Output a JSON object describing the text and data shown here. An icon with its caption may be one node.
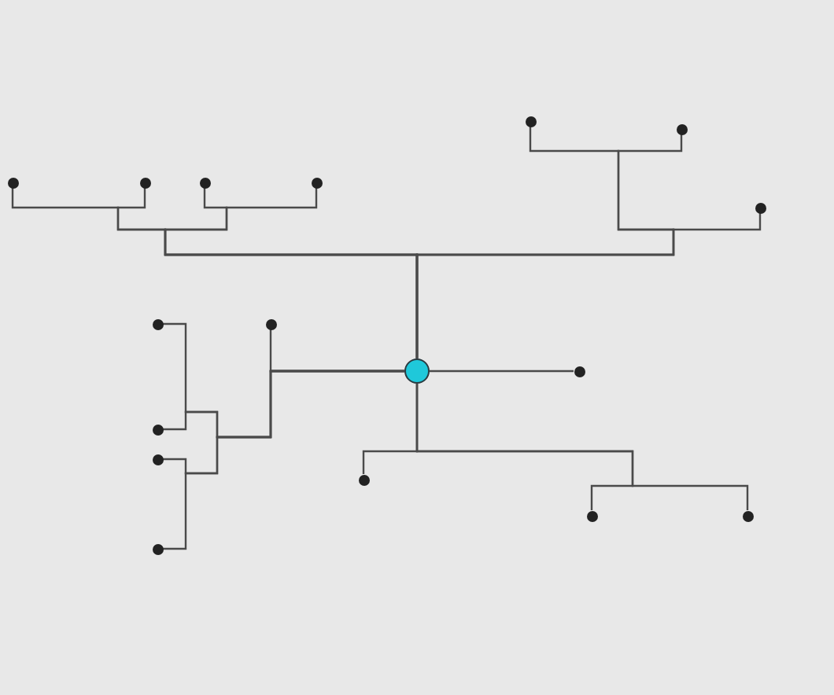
{
  "diagram": {
    "nodes": [
      {
        "text": [],
        "shape": "circle"
      },
      {
        "text": [],
        "shape": "circle"
      },
      {
        "text": [],
        "shape": "circle"
      },
      {
        "text": [],
        "shape": "circle"
      },
      {
        "text": [],
        "shape": "circle"
      },
      {
        "text": [],
        "shape": "circle"
      },
      {
        "text": [],
        "shape": "circle"
      },
      {
        "text": [],
        "shape": "circle"
      },
      {
        "text": [],
        "shape": "circle"
      },
      {
        "text": [],
        "shape": "circle"
      },
      {
        "text": [],
        "shape": "circle"
      },
      {
        "text": [],
        "shape": "circle"
      },
      {
        "text": [],
        "shape": "circle"
      },
      {
        "text": [],
        "shape": "circle"
      },
      {
        "text": [],
        "shape": "circle"
      },
      {
        "text": [],
        "shape": "circle"
      },
      {
        "text": [],
        "shape": "circle"
      }
    ],
    "edges": [
      {
        "from": 0,
        "to": 1,
        "arrow": "none"
      },
      {
        "from": 0,
        "to": 2,
        "arrow": "none"
      },
      {
        "from": 0,
        "to": 3,
        "arrow": "none"
      },
      {
        "from": 0,
        "to": 4,
        "arrow": "none"
      },
      {
        "from": 0,
        "to": 5,
        "arrow": "none"
      },
      {
        "from": 0,
        "to": 6,
        "arrow": "none"
      },
      {
        "from": 0,
        "to": 7,
        "arrow": "none"
      },
      {
        "from": 0,
        "to": 8,
        "arrow": "none"
      },
      {
        "from": 0,
        "to": 9,
        "arrow": "none"
      },
      {
        "from": 0,
        "to": 10,
        "arrow": "none"
      },
      {
        "from": 0,
        "to": 11,
        "arrow": "none"
      },
      {
        "from": 0,
        "to": 12,
        "arrow": "none"
      },
      {
        "from": 0,
        "to": 13,
        "arrow": "none"
      },
      {
        "from": 0,
        "to": 14,
        "arrow": "none"
      },
      {
        "from": 0,
        "to": 15,
        "arrow": "none"
      },
      {
        "from": 0,
        "to": 16,
        "arrow": "none"
      }
    ]
  }
}
